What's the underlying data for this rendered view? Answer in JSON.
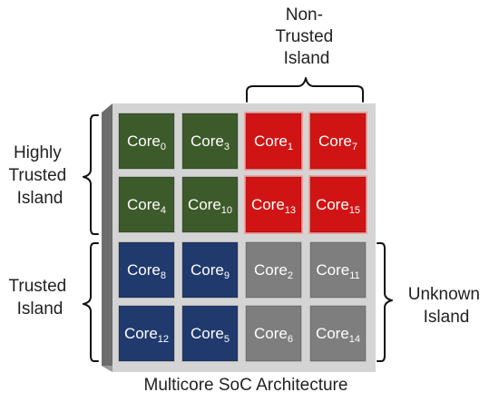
{
  "diagram": {
    "caption": "Multicore SoC Architecture",
    "islands": [
      {
        "id": "highly-trusted",
        "lines": [
          "Highly",
          "Trusted",
          "Island"
        ]
      },
      {
        "id": "non-trusted",
        "lines": [
          "Non-",
          "Trusted",
          "Island"
        ]
      },
      {
        "id": "trusted",
        "lines": [
          "Trusted",
          "Island"
        ]
      },
      {
        "id": "unknown",
        "lines": [
          "Unknown",
          "Island"
        ]
      }
    ],
    "colors": {
      "highly-trusted": "#3d5a2a",
      "non-trusted": "#d01414",
      "trusted": "#213a6e",
      "unknown": "#7e7e7e",
      "board": "#cfcfcf"
    },
    "cores": [
      {
        "base": "Core",
        "sub": "0",
        "island": "highly-trusted"
      },
      {
        "base": "Core",
        "sub": "3",
        "island": "highly-trusted"
      },
      {
        "base": "Core",
        "sub": "1",
        "island": "non-trusted"
      },
      {
        "base": "Core",
        "sub": "7",
        "island": "non-trusted"
      },
      {
        "base": "Core",
        "sub": "4",
        "island": "highly-trusted"
      },
      {
        "base": "Core",
        "sub": "10",
        "island": "highly-trusted"
      },
      {
        "base": "Core",
        "sub": "13",
        "island": "non-trusted"
      },
      {
        "base": "Core",
        "sub": "15",
        "island": "non-trusted"
      },
      {
        "base": "Core",
        "sub": "8",
        "island": "trusted"
      },
      {
        "base": "Core",
        "sub": "9",
        "island": "trusted"
      },
      {
        "base": "Core",
        "sub": "2",
        "island": "unknown"
      },
      {
        "base": "Core",
        "sub": "11",
        "island": "unknown"
      },
      {
        "base": "Core",
        "sub": "12",
        "island": "trusted"
      },
      {
        "base": "Core",
        "sub": "5",
        "island": "trusted"
      },
      {
        "base": "Core",
        "sub": "6",
        "island": "unknown"
      },
      {
        "base": "Core",
        "sub": "14",
        "island": "unknown"
      }
    ]
  }
}
